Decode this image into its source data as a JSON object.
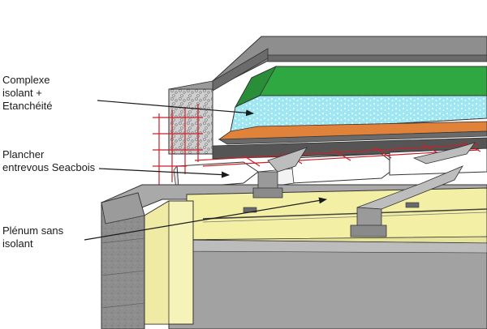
{
  "labels": {
    "complexe": "Complexe\nisolant +\nEtanchéité",
    "plancher": "Plancher\nentrevous Seacbois",
    "plenum": "Plénum sans\nisolant"
  },
  "colors": {
    "concrete": "#8c8c8c",
    "concrete_dark": "#5f5f5f",
    "concrete_light": "#b5b5b5",
    "waterproofing": "#2fa842",
    "insulation": "#9fe6f3",
    "screed": "#e0823a",
    "plenum_floor": "#f3f0a6",
    "insulation_column": "#f6f3b9",
    "rebar": "#c8202a",
    "beam": "#9a9a9a",
    "seacbois_block": "#ffffff"
  }
}
